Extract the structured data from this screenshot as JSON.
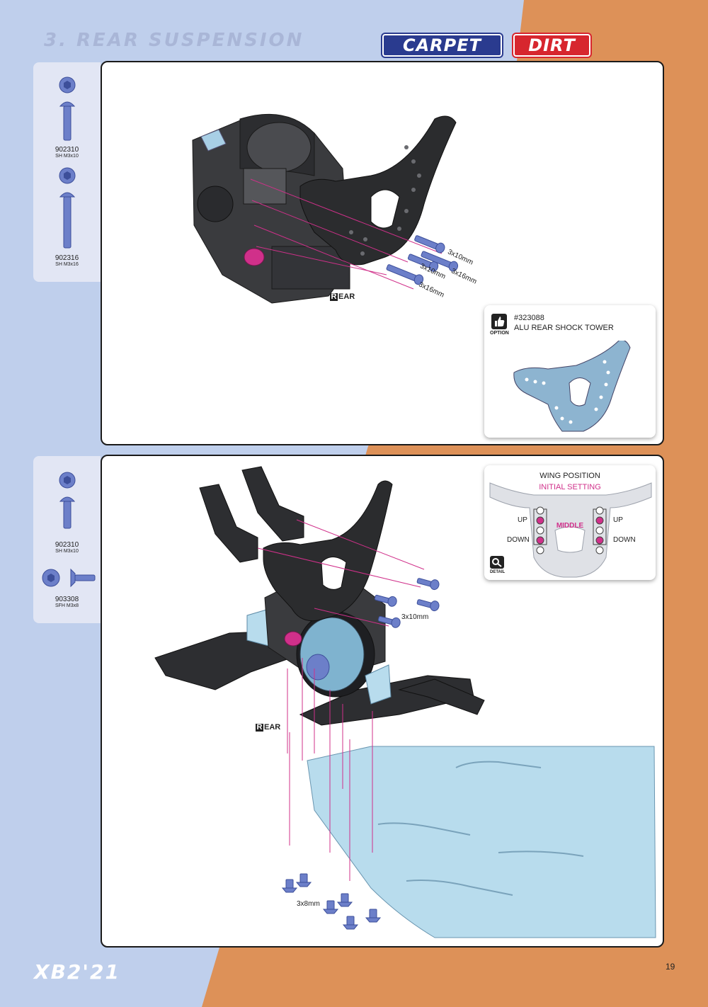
{
  "header": {
    "section_title": "3. REAR SUSPENSION",
    "tag_carpet": "CARPET",
    "tag_dirt": "DIRT"
  },
  "step1": {
    "parts": [
      {
        "code": "902310",
        "spec": "SH M3x10"
      },
      {
        "code": "902316",
        "spec": "SH M3x16"
      }
    ],
    "screw_labels": [
      "3x10mm",
      "3x10mm",
      "3x16mm",
      "3x16mm"
    ],
    "rear_label": "EAR",
    "option": {
      "badge": "OPTION",
      "part_no": "#323088",
      "name": "ALU REAR SHOCK TOWER"
    }
  },
  "step2": {
    "parts": [
      {
        "code": "902310",
        "spec": "SH M3x10"
      },
      {
        "code": "903308",
        "spec": "SFH M3x8"
      }
    ],
    "screw_labels": [
      "3x10mm",
      "3x8mm"
    ],
    "rear_label": "EAR",
    "detail": {
      "badge": "DETAIL",
      "title": "WING POSITION",
      "subtitle": "INITIAL SETTING",
      "up_left": "UP",
      "up_right": "UP",
      "down_left": "DOWN",
      "down_right": "DOWN",
      "middle": "MIDDLE"
    }
  },
  "footer": {
    "logo": "XB2'21",
    "page_number": "19"
  },
  "colors": {
    "blue_bg": "#bfcfec",
    "orange_bg": "#dd9158",
    "accent_magenta": "#d0308a",
    "part_blue": "#6c7fc9",
    "plate_blue": "#b8dced"
  }
}
